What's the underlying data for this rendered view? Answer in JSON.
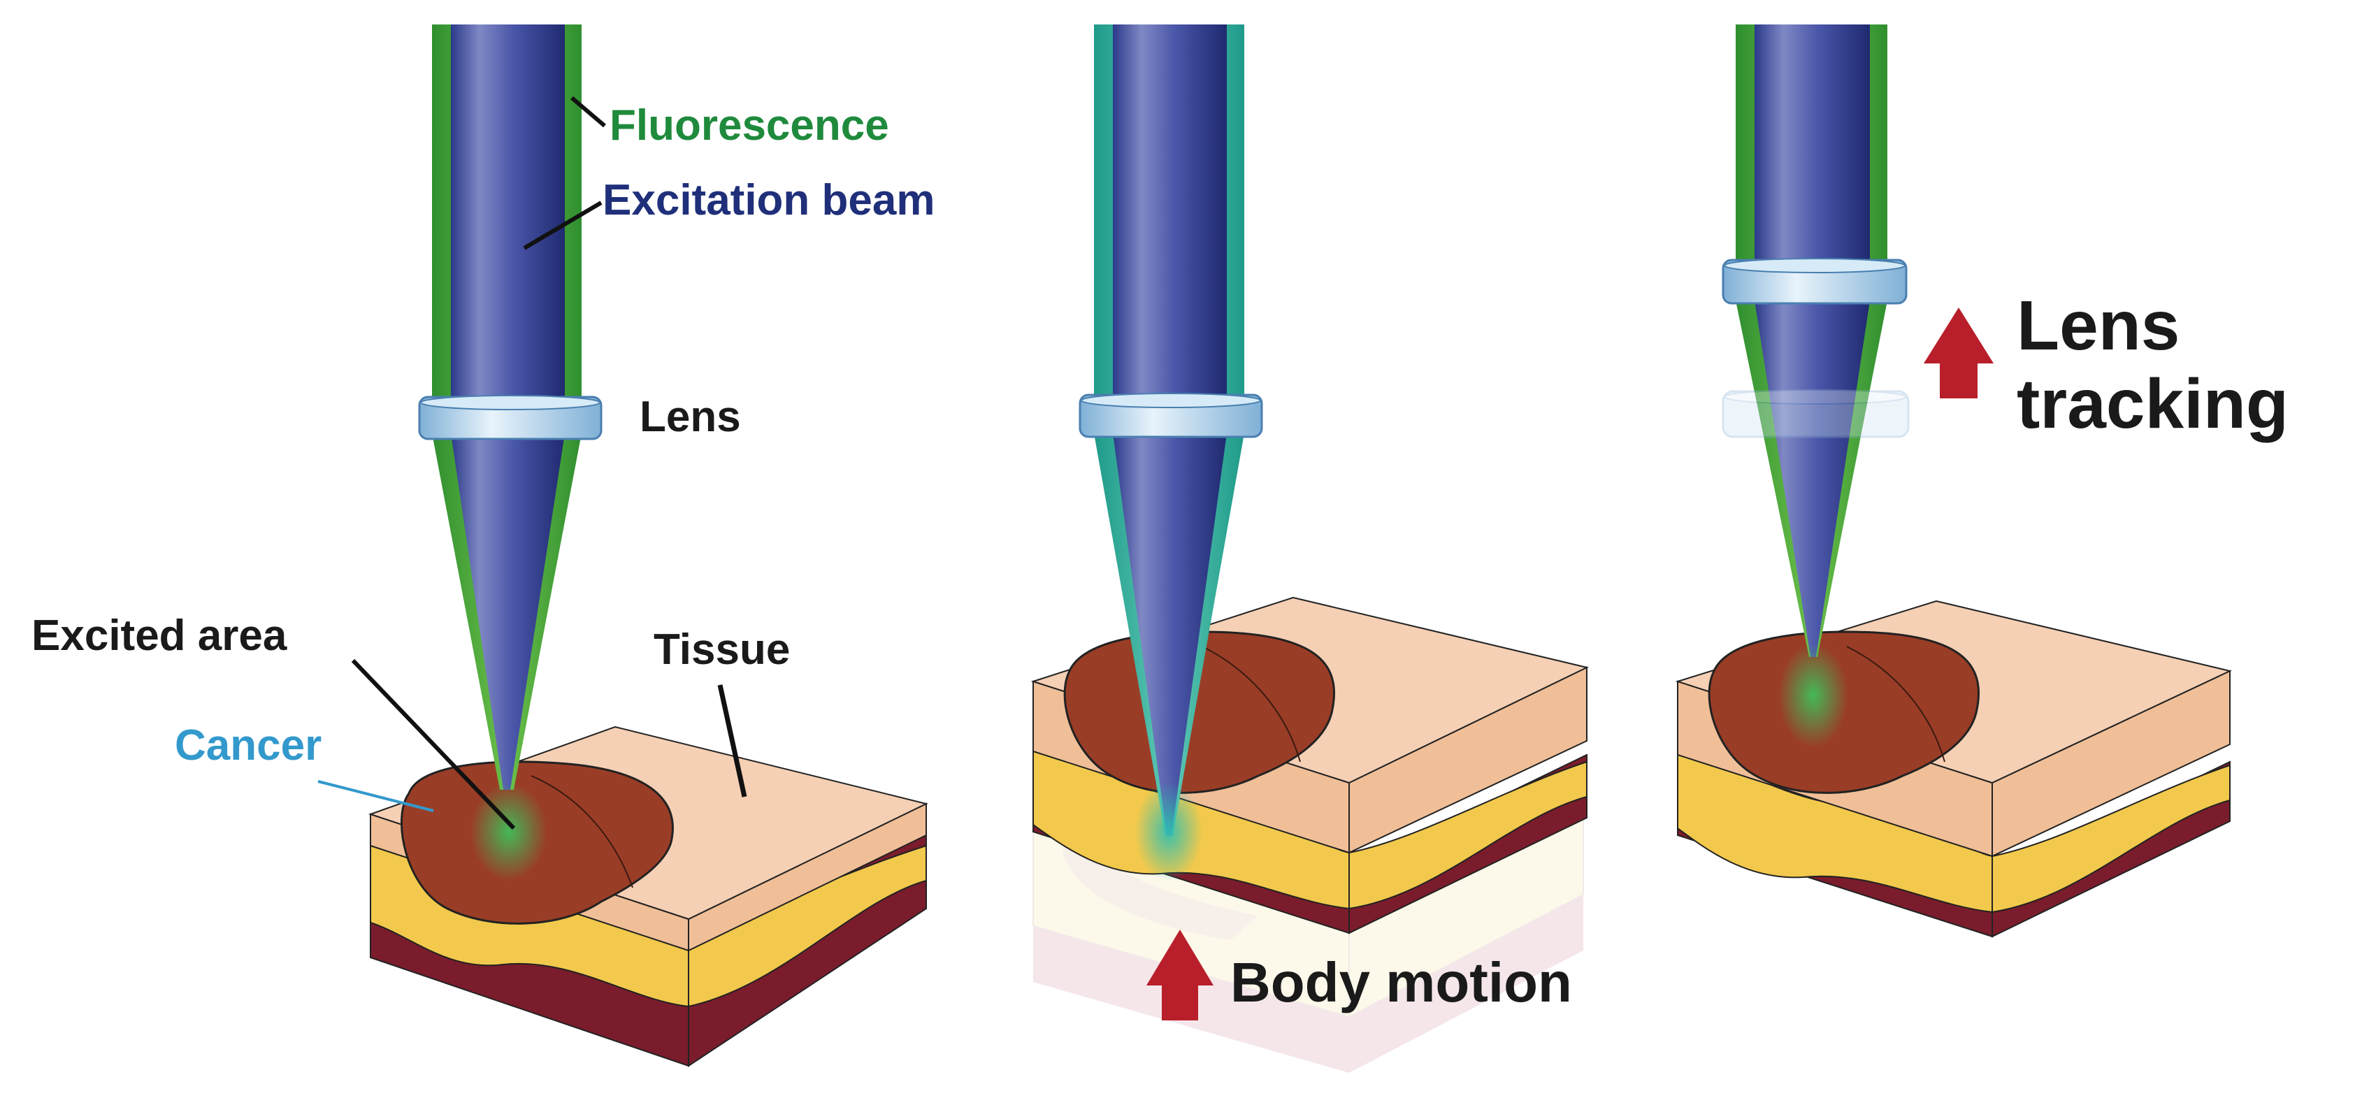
{
  "labels": {
    "fluorescence": "Fluorescence",
    "excitation_beam": "Excitation beam",
    "lens": "Lens",
    "excited_area": "Excited area",
    "tissue": "Tissue",
    "cancer": "Cancer",
    "body_motion": "Body motion",
    "lens_tracking_line1": "Lens",
    "lens_tracking_line2": "tracking"
  },
  "colors": {
    "fluorescence_text": "#1f8a3c",
    "excitation_text": "#1f2f7a",
    "cancer_text": "#3399cc",
    "dark_text": "#1a1a1a",
    "arrow": "#b81f2a",
    "tissue_top": "#f5d0b5",
    "tissue_layer": "#f0bf98",
    "fat_layer": "#f2c94c",
    "deep_layer": "#7a1c2c",
    "cancer_fill": "#9a3d26",
    "beam": "#4a56a8",
    "fluorescence_sheath": "#3fa83f",
    "lens_ring": "#a9cfe8"
  }
}
